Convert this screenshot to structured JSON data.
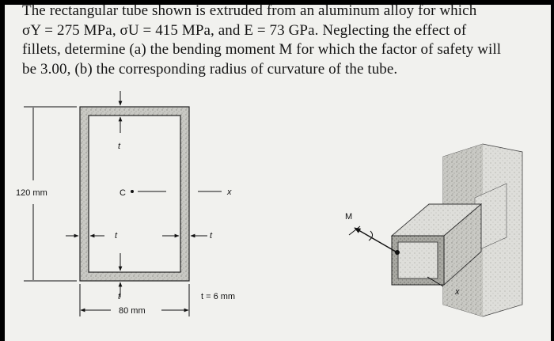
{
  "problem": {
    "line1": "The rectangular tube shown is extruded from an aluminum alloy for which",
    "line2": "σY = 275 MPa, σU = 415 MPa, and E = 73 GPa. Neglecting the effect of",
    "line3": "fillets, determine (a) the bending moment M for which the factor of safety will",
    "line4": "be 3.00, (b) the corresponding radius of curvature of the tube."
  },
  "figure": {
    "height_label": "120 mm",
    "width_label": "80 mm",
    "thickness_label": "t = 6 mm",
    "centroid_label": "C",
    "x_axis_label": "x",
    "t_label": "t",
    "moment_label": "M",
    "iso_x_label": "x"
  }
}
